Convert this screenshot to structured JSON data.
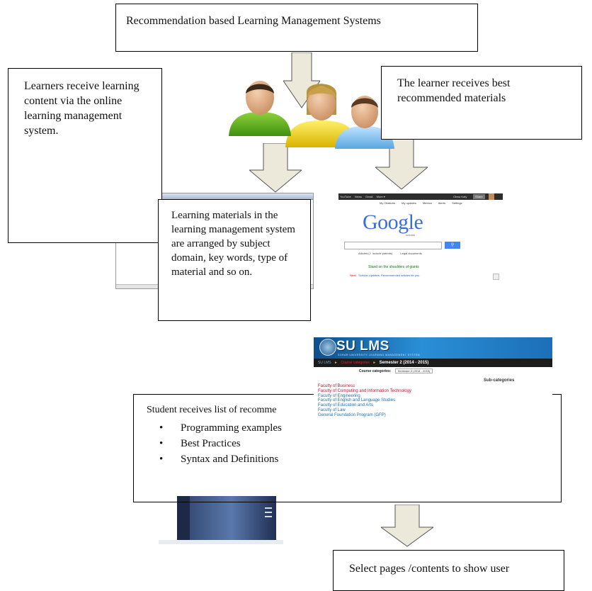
{
  "boxes": {
    "top": "Recommendation based Learning Management Systems",
    "learners": "Learners receive learning content via the online learning management system.",
    "best": "The learner receives best recommended materials",
    "materials": "Learning materials in the learning management system are arranged by subject domain, key words, type of material and so on.",
    "student_title": "Student receives list of recomme",
    "student_items": [
      "Programming examples",
      "Best Practices",
      "Syntax and Definitions"
    ],
    "select": "Select pages /contents to show user"
  },
  "google": {
    "nav": [
      "YouTube",
      "News",
      "Gmail",
      "More ▾"
    ],
    "user": "Gbsw Katy",
    "share": "Share",
    "links": [
      "My Citations",
      "My updates",
      "Metrics",
      "Alerts",
      "Settings"
    ],
    "logo": "Google",
    "logo_sub": "scholar",
    "opt1": "Articles (✓ include patents)",
    "opt2": "Legal documents",
    "motto": "Stand on the shoulders of giants",
    "new_label": "New!",
    "updates": "Scholar Updates: Recommended articles for you"
  },
  "lms": {
    "logo": "SU LMS",
    "tagline": "SOHAR UNIVERSITY LEARNING MANAGEMENT SYSTEM",
    "crumbs": [
      "SU LMS",
      "Course categories",
      "Semester 2 (2014 - 2015)"
    ],
    "cat_label": "Course categories:",
    "cat_value": "Semester 2 (2014 - 2015)",
    "subcat": "Sub-categories",
    "faculties": [
      "Faculty of Business",
      "Faculty of Computing and Information Technology",
      "Faculty of Engineering",
      "Faculty of English and Language Studies",
      "Faculty of Education and Arts",
      "Faculty of Law",
      "General Foundation Program (GFP)"
    ]
  },
  "colors": {
    "arrow_fill": "#ece9db",
    "arrow_stroke": "#555555",
    "google_blue": "#4285f4",
    "lms_blue": "#1e6fb3",
    "lms_red": "#c8102e"
  }
}
